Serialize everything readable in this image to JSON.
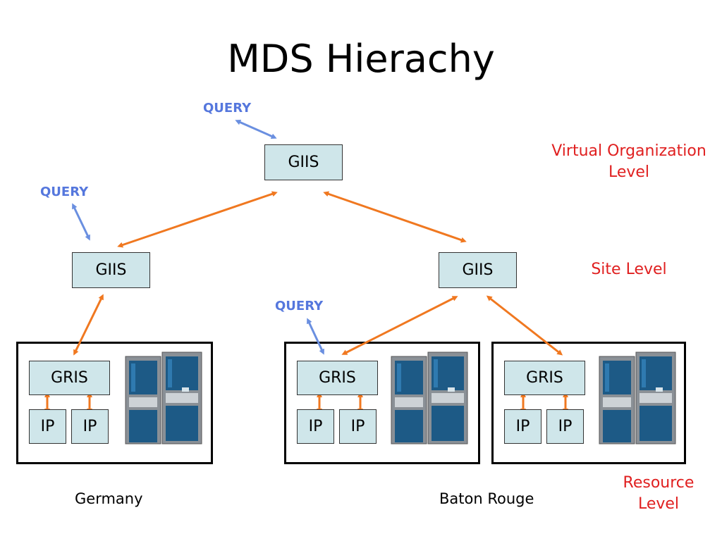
{
  "title": "MDS Hierachy",
  "query_label": "QUERY",
  "nodes": {
    "giis_top": "GIIS",
    "giis_left": "GIIS",
    "giis_right": "GIIS",
    "gris": "GRIS",
    "ip": "IP"
  },
  "levels": {
    "vo_line1": "Virtual Organization",
    "vo_line2": "Level",
    "site": "Site Level",
    "resource_line1": "Resource",
    "resource_line2": "Level"
  },
  "places": {
    "germany": "Germany",
    "baton_rouge": "Baton Rouge"
  },
  "colors": {
    "node_fill": "#cfe6ea",
    "connector": "#f07820",
    "query_arrow": "#6a8fe0",
    "level_text": "#e02020"
  },
  "icons": [
    "server-rack-icon"
  ]
}
